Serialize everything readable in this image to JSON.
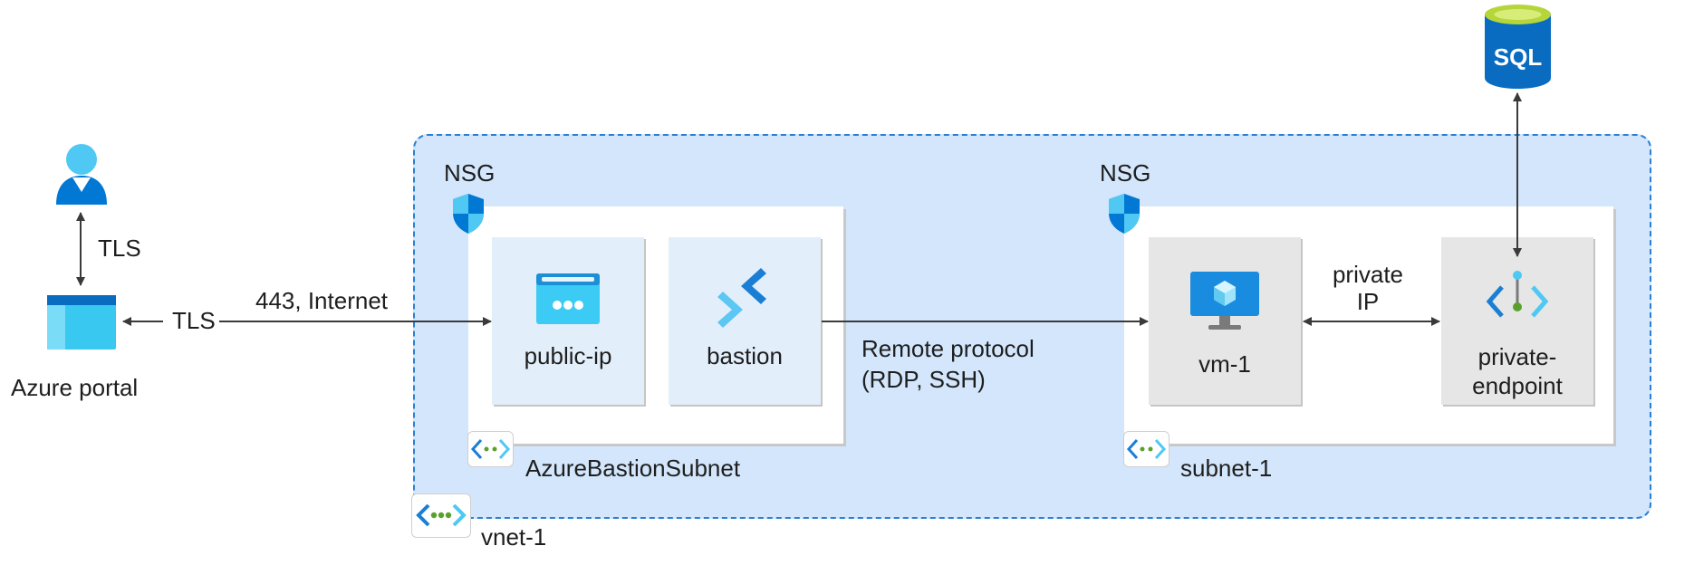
{
  "client": {
    "portal_label": "Azure portal",
    "user_portal_link_label": "TLS",
    "portal_bastion_link_label": "TLS",
    "internet_label": "443, Internet"
  },
  "vnet": {
    "label": "vnet-1",
    "bastion_subnet": {
      "label": "AzureBastionSubnet",
      "nsg_label": "NSG",
      "public_ip_label": "public-ip",
      "bastion_label": "bastion"
    },
    "workload_subnet": {
      "label": "subnet-1",
      "nsg_label": "NSG",
      "vm_label": "vm-1",
      "private_endpoint_label": "private-\nendpoint",
      "private_ip_label": "private\nIP"
    },
    "remote_protocol_label": "Remote protocol\n(RDP, SSH)"
  },
  "database": {
    "icon_text": "SQL"
  },
  "colors": {
    "vnet_fill": "#d3e6fb",
    "vnet_border": "#2a7fd4",
    "tile_blue": "#e3eefb",
    "tile_grey": "#e6e6e6",
    "arrow": "#3a3a3a",
    "azure_blue": "#0078d4",
    "azure_light": "#50e6ff"
  },
  "icons": [
    "user-icon",
    "azure-portal-icon",
    "nsg-shield-icon",
    "public-ip-icon",
    "bastion-icon",
    "virtual-network-icon",
    "vm-icon",
    "private-endpoint-icon",
    "sql-database-icon"
  ]
}
